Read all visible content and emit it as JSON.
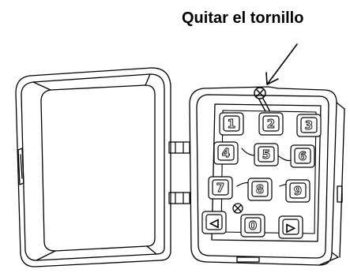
{
  "annotation": {
    "label": "Quitar el tornillo"
  },
  "keypad": {
    "keys": [
      "1",
      "2",
      "3",
      "4",
      "5",
      "6",
      "7",
      "8",
      "9",
      "◁",
      "0",
      "▷"
    ]
  },
  "colors": {
    "line": "#000000",
    "background": "#ffffff"
  }
}
